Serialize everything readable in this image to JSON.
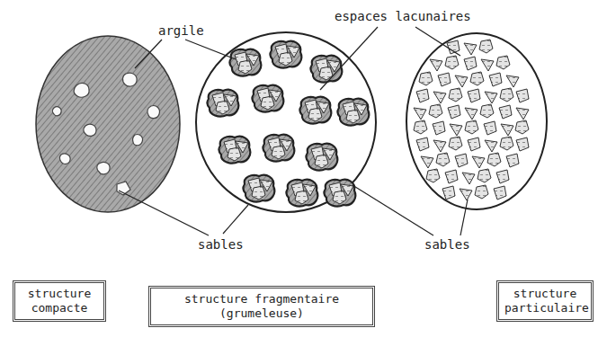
{
  "diagram": {
    "nodes": [
      {
        "text": [
          "structure compacte"
        ]
      },
      {
        "text": [
          "structure fragmentaire (grumeleuse)"
        ]
      },
      {
        "text": [
          "structure particulaire"
        ]
      }
    ],
    "labels": [
      "argile",
      "espaces lacunaires",
      "sables",
      "sables"
    ]
  }
}
